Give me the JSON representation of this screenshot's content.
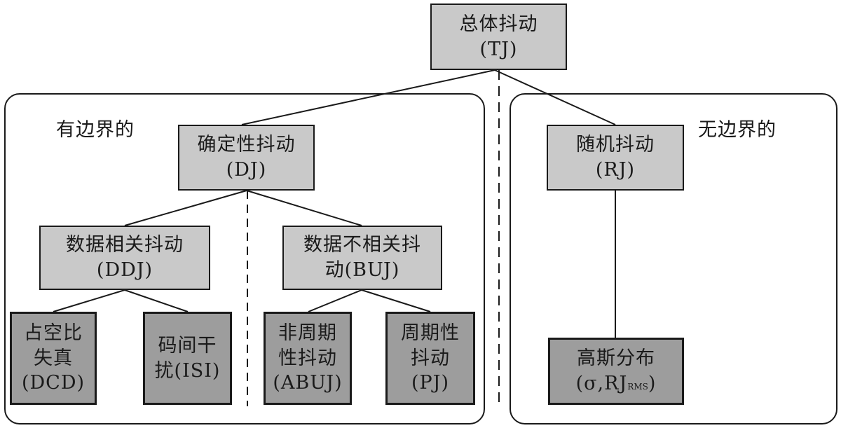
{
  "root": {
    "line1": "总体抖动",
    "line2": "(TJ)"
  },
  "bounded": {
    "label": "有边界的",
    "dj": {
      "line1": "确定性抖动",
      "line2": "(DJ)"
    },
    "ddj": {
      "line1": "数据相关抖动",
      "line2": "(DDJ)"
    },
    "buj": {
      "line1": "数据不相关抖",
      "line2": "动(BUJ)"
    },
    "dcd": {
      "line1": "占空比",
      "line2": "失真",
      "line3": "(DCD)"
    },
    "isi": {
      "line1": "码间干",
      "line2": "扰(ISI)"
    },
    "abuj": {
      "line1": "非周期",
      "line2": "性抖动",
      "line3": "(ABUJ)"
    },
    "pj": {
      "line1": "周期性",
      "line2": "抖动",
      "line3": "(PJ)"
    }
  },
  "unbounded": {
    "label": "无边界的",
    "rj": {
      "line1": "随机抖动",
      "line2": "(RJ)"
    },
    "gauss": {
      "line1": "高斯分布",
      "line2_main": "(σ,RJ",
      "line2_sub": "RMS",
      "line2_end": ")"
    }
  },
  "colors": {
    "light_fill": "#c9c9c9",
    "dark_fill": "#9d9d9d",
    "stroke": "#1a1a1a"
  }
}
